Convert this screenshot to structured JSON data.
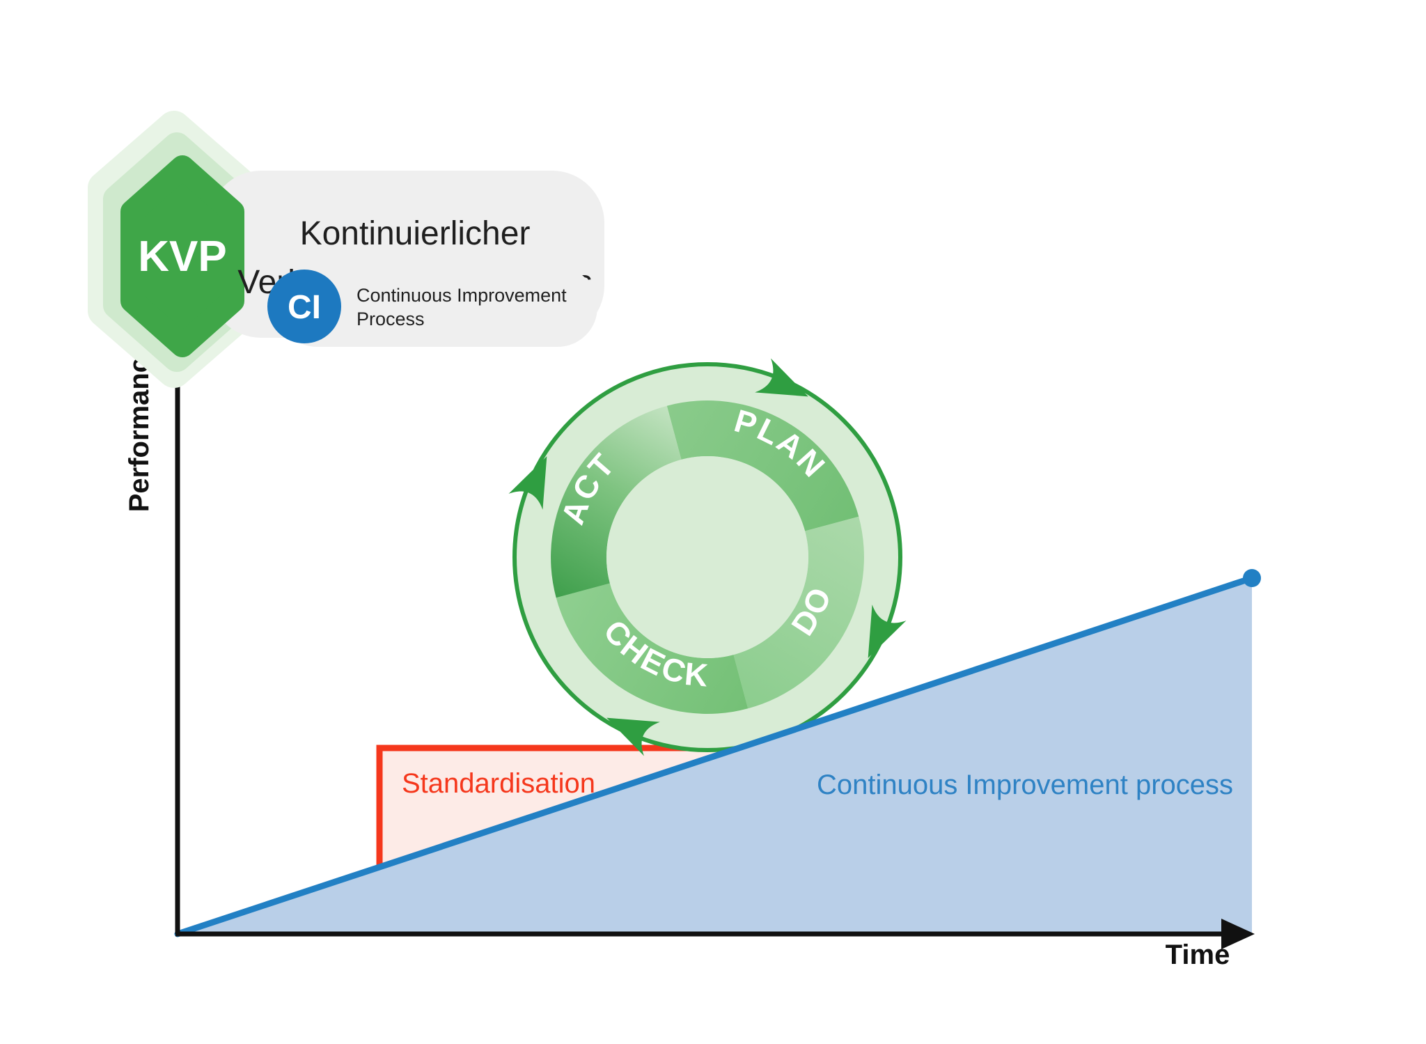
{
  "badges": {
    "kvp": {
      "abbr": "KVP",
      "title_line1": "Kontinuierlicher",
      "title_line2": "Verbesserungs-Prozess"
    },
    "ci": {
      "abbr": "CI",
      "title_line1": "Continuous Improvement",
      "title_line2": "Process"
    }
  },
  "axes": {
    "y_label": "Performance",
    "x_label": "Time"
  },
  "labels": {
    "standardisation": "Standardisation",
    "improvement": "Continuous Improvement process"
  },
  "wheel": {
    "segments": [
      {
        "label": "PLAN"
      },
      {
        "label": "DO"
      },
      {
        "label": "CHECK"
      },
      {
        "label": "ACT"
      }
    ],
    "rotation": "clockwise"
  },
  "colors": {
    "wheel_stroke_green": "#2f9e41",
    "wheel_pale_green": "#d8ecd5",
    "segment_medium_green": "#7cc47e",
    "segment_dark_green": "#3f9f4c",
    "hex_green": "#3fa648",
    "halo_mid_green": "#cfe9cd",
    "halo_pale_green": "#e8f4e6",
    "ci_blue": "#1d79c0",
    "slope_blue": "#2280c4",
    "ramp_fill_blue": "#b9cfe8",
    "improvement_text_blue": "#2e82c4",
    "red": "#f5371c",
    "red_fill_pink": "#fdebe7",
    "pill_gray": "#efefef",
    "text_dark": "#1f1f1f",
    "axis_black": "#111111"
  }
}
